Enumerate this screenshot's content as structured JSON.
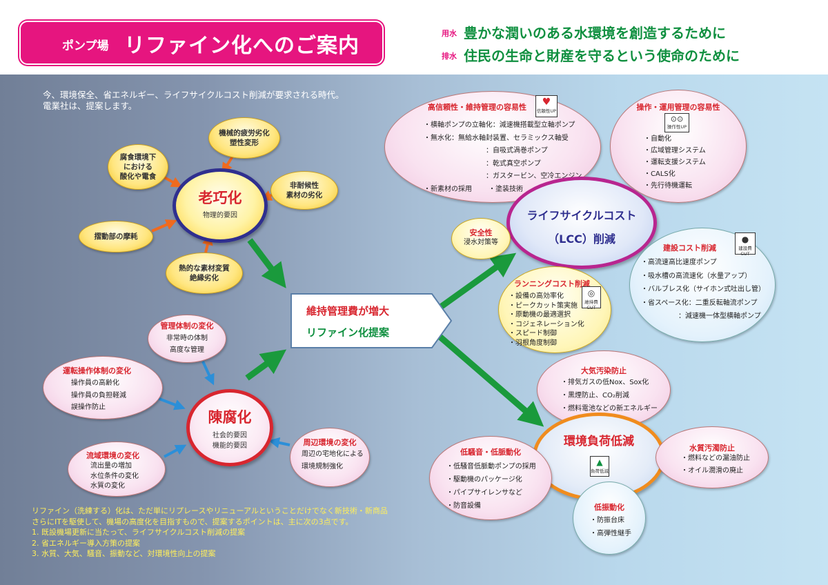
{
  "header": {
    "title_small": "ポンプ場",
    "title_main": "リファイン化へのご案内",
    "slogan1_tag": "用水",
    "slogan1": "豊かな潤いのある水環境を創造するために",
    "slogan2_tag": "排水",
    "slogan2": "住民の生命と財産を守るという使命のために"
  },
  "intro": {
    "line1": "今、環境保全、省エネルギー、ライフサイクルコスト削減が要求される時代。",
    "line2": "電業社は、提案します。"
  },
  "aging": {
    "title": "老巧化",
    "subtitle": "物理的要因",
    "causes": {
      "fatigue": [
        "機械的疲労劣化",
        "塑性変形"
      ],
      "corrosion": [
        "腐食環境下",
        "における",
        "酸化や電食"
      ],
      "weather": [
        "非耐候性",
        "素材の劣化"
      ],
      "friction": "摺動部の摩耗",
      "heat": [
        "熱的な素材変質",
        "絶縁劣化"
      ]
    }
  },
  "obsolete": {
    "title": "陳腐化",
    "subtitles": [
      "社会的要因",
      "機能的要因"
    ],
    "causes": {
      "management": {
        "title": "管理体制の変化",
        "items": [
          "非常時の体制",
          "高度な管理"
        ]
      },
      "operation": {
        "title": "運転操作体制の変化",
        "items": [
          "操作員の高齢化",
          "操作員の負担軽減",
          "誤操作防止"
        ]
      },
      "basin": {
        "title": "流域環境の変化",
        "items": [
          "流出量の増加",
          "水位条件の変化",
          "水質の変化"
        ]
      },
      "surroundings": {
        "title": "周辺環境の変化",
        "items": [
          "周辺の宅地化による",
          "環境規制強化"
        ]
      }
    }
  },
  "center": {
    "line1": "維持管理費が増大",
    "line2": "リファイン化提案"
  },
  "lcc": {
    "line1": "ライフサイクルコスト",
    "line2": "（LCC）削減",
    "reliability": {
      "title": "高信頼性・維持管理の容易性",
      "icon_label": "信頼性UP",
      "items": [
        "・横軸ポンプの立軸化：減速機搭載型立軸ポンプ",
        "・無水化：無給水軸封装置、セラミックス軸受"
      ],
      "subitems": [
        "：自吸式渦巻ポンプ",
        "：乾式真空ポンプ",
        "：ガスタービン、空冷エンジン"
      ],
      "last_items": [
        "・新素材の採用",
        "・塗装技術"
      ]
    },
    "operability": {
      "title": "操作・運用管理の容易性",
      "icon_label": "操作性UP",
      "items": [
        "・自動化",
        "・広域管理システム",
        "・運転支援システム",
        "・CALS化",
        "・先行待機運転"
      ]
    },
    "safety": {
      "title": "安全性",
      "item": "浸水対策等"
    },
    "running_cost": {
      "title": "ランニングコスト削減",
      "icon_label": "維持費CUT",
      "items": [
        "・設備の高効率化",
        "・ピークカット策実施",
        "・原動機の最適選択",
        "・コジェネレーション化",
        "・スピード制御",
        "・羽根角度制御"
      ]
    },
    "construction_cost": {
      "title": "建設コスト削減",
      "icon_label": "建設費CUT",
      "items": [
        "・高流速高比速度ポンプ",
        "・吸水槽の高流速化（水量アップ）",
        "・バルブレス化（サイホン式吐出し管）",
        "・省スペース化：二重反転軸流ポンプ",
        "：減速機一体型横軸ポンプ"
      ]
    }
  },
  "env": {
    "title": "環境負荷低減",
    "icon_label": "負荷低減",
    "air": {
      "title": "大気汚染防止",
      "items": [
        "・排気ガスの低Nox、Sox化",
        "・黒煙防止、CO₂削減",
        "・燃料電池などの新エネルギー"
      ]
    },
    "water": {
      "title": "水質汚濁防止",
      "items": [
        "・燃料などの漏油防止",
        "・オイル潤滑の廃止"
      ]
    },
    "noise": {
      "title": "低騒音・低脈動化",
      "items": [
        "・低騒音低脈動ポンプの採用",
        "・駆動機のパッケージ化",
        "・パイプサイレンサなど",
        "・防音設備"
      ]
    },
    "vibration": {
      "title": "低振動化",
      "items": [
        "・防振台床",
        "・高弾性継手"
      ]
    }
  },
  "footer": {
    "line1": "リファイン（洗練する）化は、ただ単にリプレースやリニューアルということだけでなく新技術・新商品",
    "line2": "さらにITを駆使して、機場の高度化を目指すもので、提案するポイントは、主に次の3点です。",
    "line3": "1. 既設機場更新に当たって、ライフサイクルコスト削減の提案",
    "line4": "2. 省エネルギー導入方策の提案",
    "line5": "3. 水質、大気、騒音、振動など、対環境性向上の提案"
  },
  "colors": {
    "title_bg": "#e6157f",
    "slogan": "#109040",
    "arrow_green": "#1a9a3c",
    "arrow_orange": "#f06a1e",
    "arrow_blue": "#2c8fd8",
    "footer_text": "#ffef5b"
  }
}
